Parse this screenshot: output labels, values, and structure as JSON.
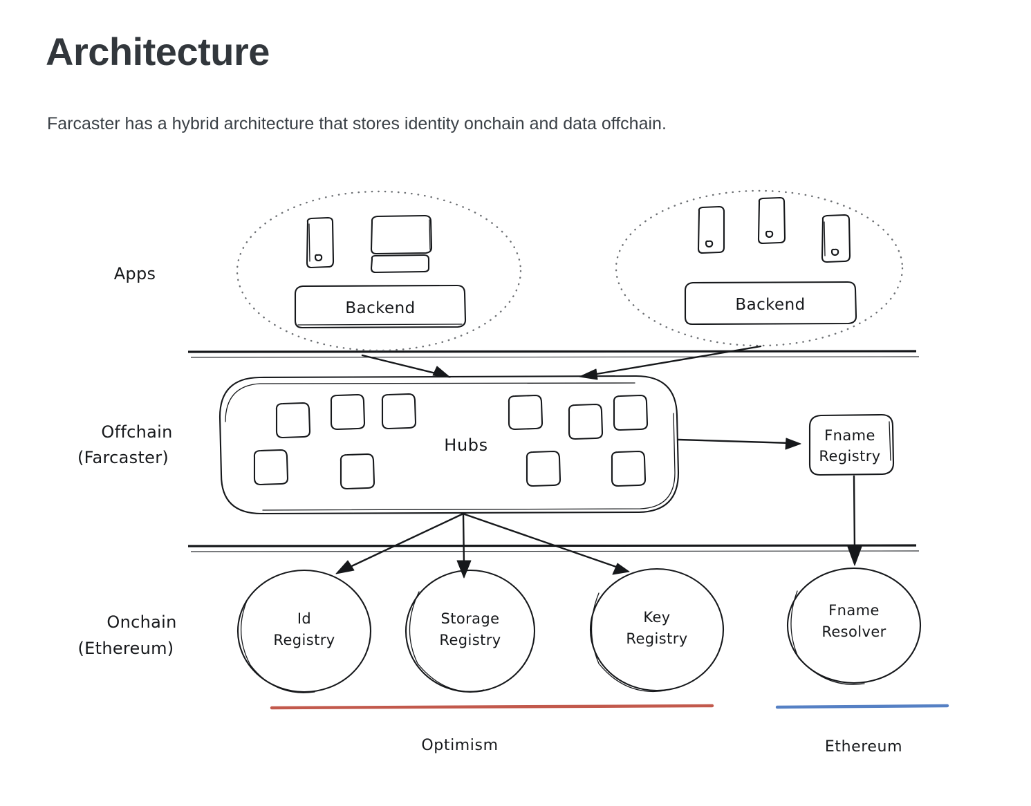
{
  "page": {
    "title": "Architecture",
    "subtitle": "Farcaster has a hybrid architecture that stores identity onchain and data offchain."
  },
  "diagram": {
    "layers": [
      {
        "id": "apps",
        "label": "Apps"
      },
      {
        "id": "offchain",
        "label_line1": "Offchain",
        "label_line2": "(Farcaster)"
      },
      {
        "id": "onchain",
        "label_line1": "Onchain",
        "label_line2": "(Ethereum)"
      }
    ],
    "app_clusters": [
      {
        "id": "app-cluster-left",
        "backend_label": "Backend",
        "devices": [
          "phone-icon",
          "desktop-icon"
        ]
      },
      {
        "id": "app-cluster-right",
        "backend_label": "Backend",
        "devices": [
          "phone-icon",
          "phone-icon",
          "phone-icon"
        ]
      }
    ],
    "hubs": {
      "label": "Hubs",
      "node_count": 10
    },
    "fname_registry": {
      "label_line1": "Fname",
      "label_line2": "Registry"
    },
    "onchain_contracts": [
      {
        "id": "id-registry",
        "label_line1": "Id",
        "label_line2": "Registry"
      },
      {
        "id": "storage-registry",
        "label_line1": "Storage",
        "label_line2": "Registry"
      },
      {
        "id": "key-registry",
        "label_line1": "Key",
        "label_line2": "Registry"
      },
      {
        "id": "fname-resolver",
        "label_line1": "Fname",
        "label_line2": "Resolver"
      }
    ],
    "chains": [
      {
        "id": "optimism",
        "label": "Optimism",
        "color": "#c2594c"
      },
      {
        "id": "ethereum",
        "label": "Ethereum",
        "color": "#5580c4"
      }
    ]
  }
}
